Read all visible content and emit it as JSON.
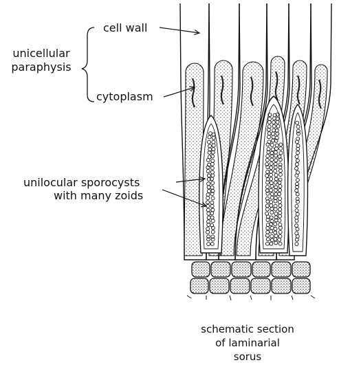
{
  "labels": {
    "cell_wall": "cell wall",
    "paraphysis_line1": "unicellular",
    "paraphysis_line2": "paraphysis",
    "cytoplasm": "cytoplasm",
    "sporocysts_line1": "unilocular sporocysts",
    "sporocysts_line2": "with many zoids"
  },
  "caption": {
    "line1": "schematic section",
    "line2": "of laminarial",
    "line3": "sorus"
  },
  "colors": {
    "ink": "#111111",
    "stipple": "#555555",
    "paper": "#ffffff"
  }
}
